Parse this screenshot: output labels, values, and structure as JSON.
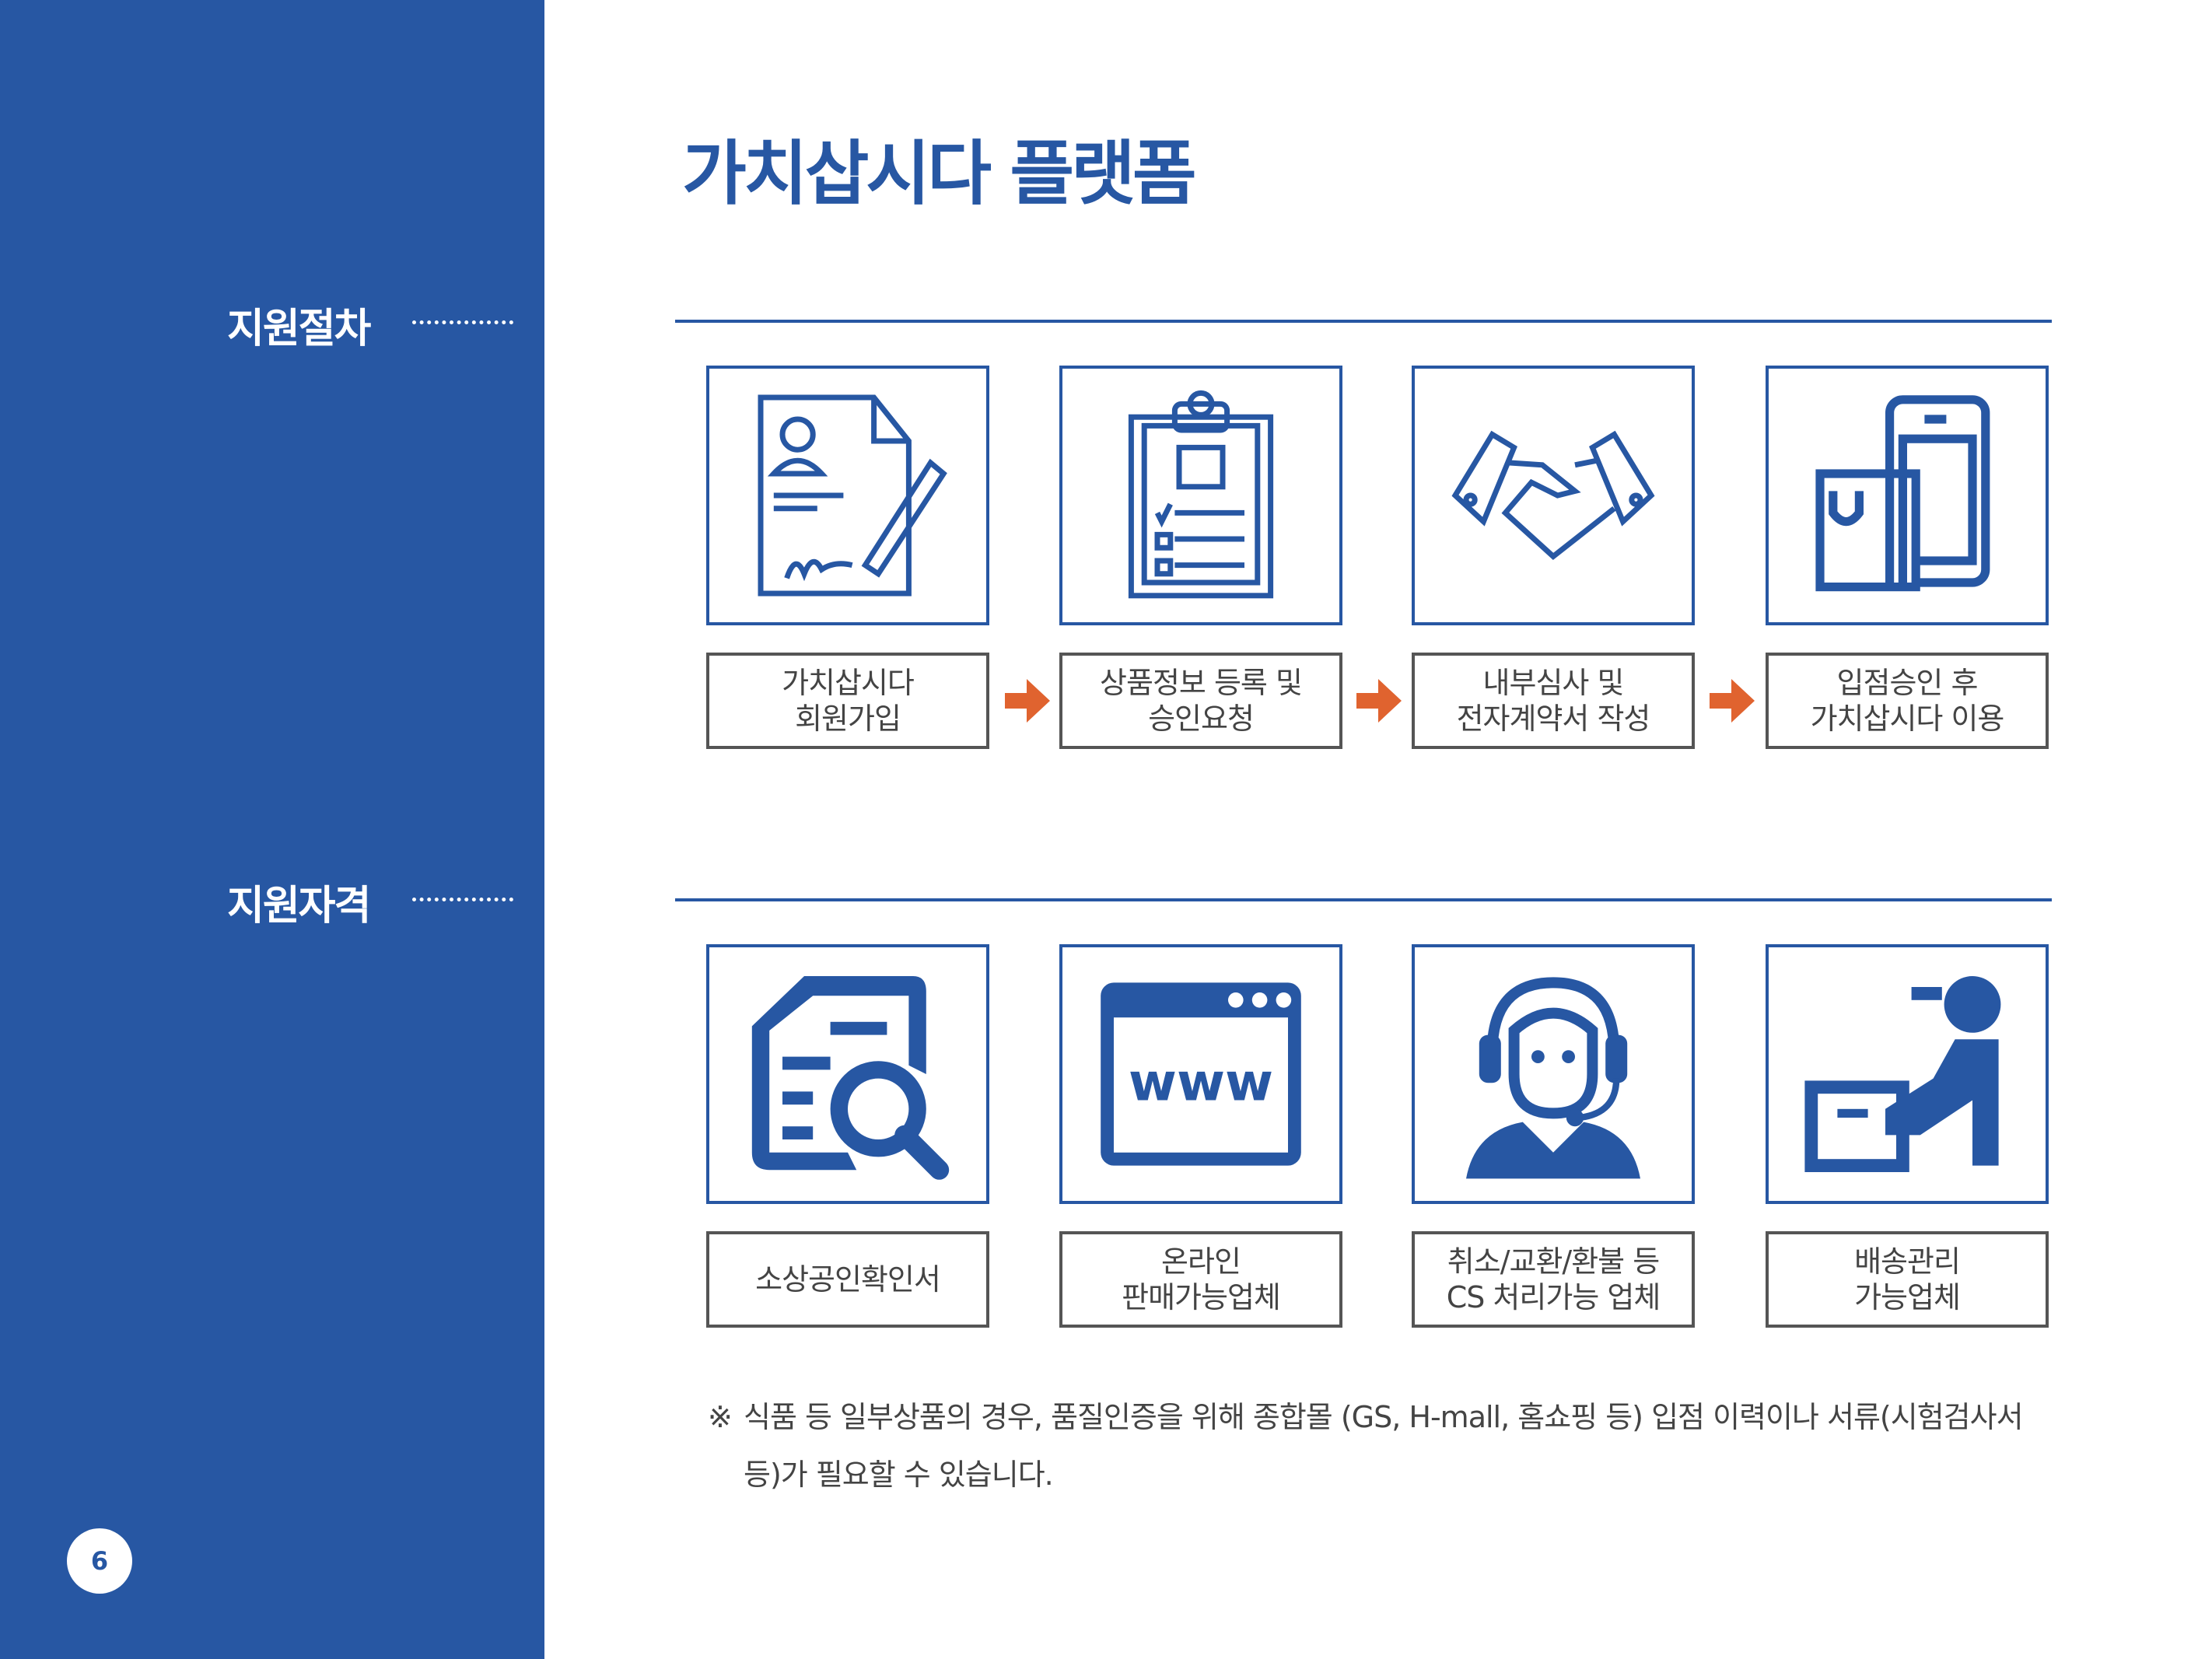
{
  "sidebar": {
    "section1": "지원절차",
    "section2": "지원자격",
    "page_number": "6"
  },
  "title": "가치삽시다 플랫폼",
  "procedure": [
    {
      "icon": "contract-sign-icon",
      "label": "가치삽시다\n회원가입"
    },
    {
      "icon": "clipboard-checklist-icon",
      "label": "상품정보 등록 및\n승인요청"
    },
    {
      "icon": "handshake-icon",
      "label": "내부심사 및\n전자계약서 작성"
    },
    {
      "icon": "mobile-shopping-icon",
      "label": "입점승인 후\n가치삽시다 이용"
    }
  ],
  "qualification": [
    {
      "icon": "document-search-icon",
      "label": "소상공인확인서"
    },
    {
      "icon": "www-browser-icon",
      "label": "온라인\n판매가능업체"
    },
    {
      "icon": "cs-headset-icon",
      "label": "취소/교환/환불 등\nCS 처리가능 업체"
    },
    {
      "icon": "delivery-person-icon",
      "label": "배송관리\n가능업체"
    }
  ],
  "note": {
    "mark": "※",
    "text": "식품 등 일부상품의 경우, 품질인증을 위해 종합몰 (GS, H-mall, 홈쇼핑 등) 입점 이력이나 서류(시험검사서 등)가 필요할 수 있습니다."
  },
  "colors": {
    "brand": "#2757a3",
    "arrow": "#e0632f",
    "border": "#555555"
  }
}
